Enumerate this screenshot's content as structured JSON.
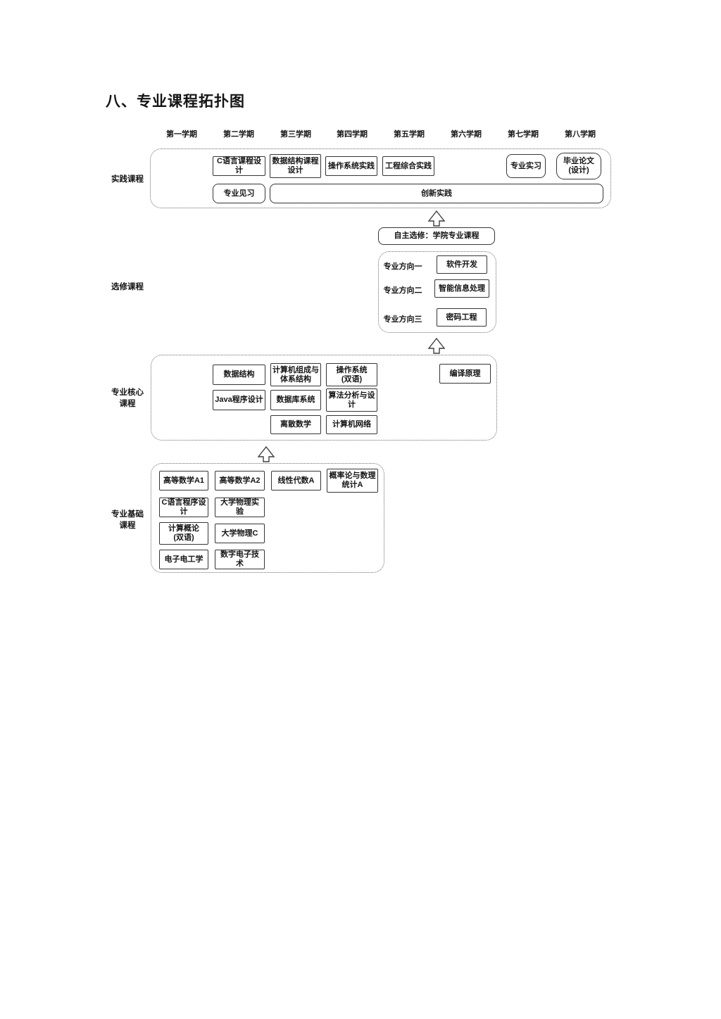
{
  "title": "八、专业课程拓扑图",
  "semesters": [
    "第一学期",
    "第二学期",
    "第三学期",
    "第四学期",
    "第五学期",
    "第六学期",
    "第七学期",
    "第八学期"
  ],
  "practice": {
    "label": "实践课程",
    "c_lang_design": "C语言课程设计",
    "data_struct_design": "数据结构课程设计",
    "os_practice": "操作系统实践",
    "eng_practice": "工程综合实践",
    "internship": "专业实习",
    "thesis": "毕业论文\n(设计)",
    "observe": "专业见习",
    "innovation": "创新实践"
  },
  "elective": {
    "label": "选修课程",
    "self_select": "自主选修：学院专业课程",
    "dir1_label": "专业方向一",
    "dir1_course": "软件开发",
    "dir2_label": "专业方向二",
    "dir2_course": "智能信息处理",
    "dir3_label": "专业方向三",
    "dir3_course": "密码工程"
  },
  "core": {
    "label": "专业核心\n课程",
    "data_structure": "数据结构",
    "computer_org": "计算机组成与体系结构",
    "os_bilingual": "操作系统\n(双语)",
    "compiler": "编译原理",
    "java": "Java程序设计",
    "database": "数据库系统",
    "algorithm": "算法分析与设计",
    "discrete": "离散数学",
    "network": "计算机网络"
  },
  "basic": {
    "label": "专业基础\n课程",
    "math_a1": "高等数学A1",
    "math_a2": "高等数学A2",
    "linear_algebra": "线性代数A",
    "probability": "概率论与数理统计A",
    "c_lang": "C语言程序设计",
    "physics_lab": "大学物理实验",
    "computing_intro": "计算概论\n(双语)",
    "physics_c": "大学物理C",
    "electronics": "电子电工学",
    "digital_electronics": "数字电子技术"
  },
  "colors": {
    "ink": "#141414",
    "box_border": "#353535",
    "container_border": "#6e6e6e",
    "background": "#ffffff"
  }
}
